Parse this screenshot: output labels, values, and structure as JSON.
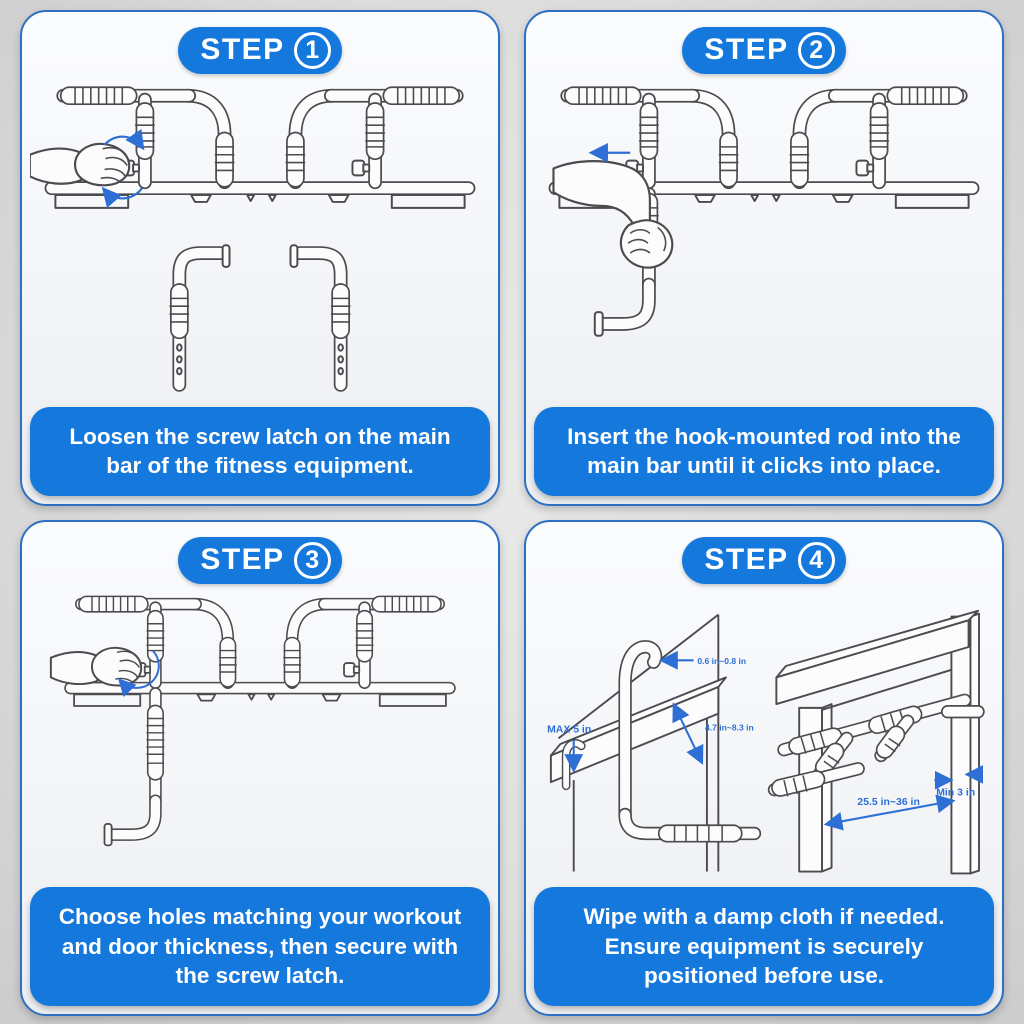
{
  "steps": [
    {
      "badge_label": "STEP",
      "number": "1",
      "instruction": "Loosen the screw latch on the main bar of the fitness equipment."
    },
    {
      "badge_label": "STEP",
      "number": "2",
      "instruction": "Insert the hook-mounted rod into the main bar until it clicks into place."
    },
    {
      "badge_label": "STEP",
      "number": "3",
      "instruction": "Choose holes matching your workout and door thickness, then secure with the screw latch."
    },
    {
      "badge_label": "STEP",
      "number": "4",
      "instruction": "Wipe with a damp cloth if needed. Ensure equipment is securely positioned before use."
    }
  ],
  "step4_annotations": {
    "trim_depth": "0.6 in~0.8 in",
    "wall_width": "4.7 in~8.3 in",
    "trim_max": "MAX 5 in",
    "frame_min": "Min 3 in",
    "door_width": "25.5 in~36 in"
  },
  "colors": {
    "accent_blue": "#1478dd",
    "dimension_blue": "#2e6fd6",
    "card_border_blue": "#2d6fc2",
    "line_art": "#4b4b50"
  }
}
